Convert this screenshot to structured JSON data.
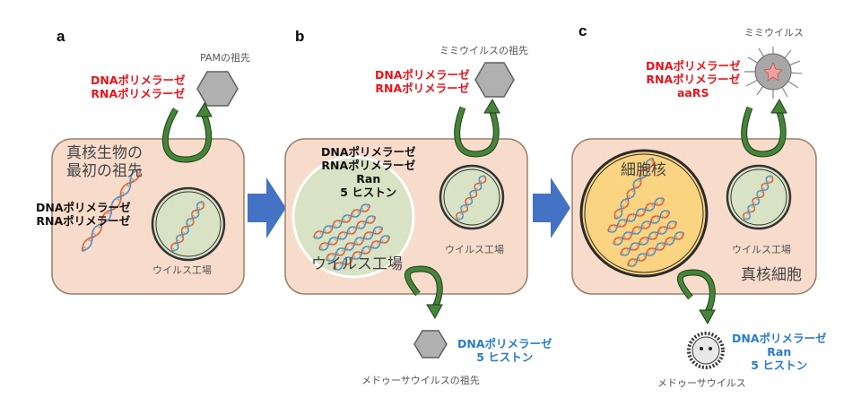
{
  "colors": {
    "cell_fill": "#f8dccb",
    "cell_stroke": "#9a7f6c",
    "factory_fill": "#d8e2c4",
    "nucleus_fill": "#fbd482",
    "green_arrow": "#46843a",
    "blue_arrow": "#4472c4",
    "red_text": "#e8141b",
    "blue_text": "#2a7cc7"
  },
  "panels": {
    "a": {
      "letter": "a",
      "cell_title_line1": "真核生物の",
      "cell_title_line2": "最初の祖先",
      "enzymes_line1": "DNAポリメラーゼ",
      "enzymes_line2": "RNAポリメラーゼ",
      "factory_label": "ウイルス工場",
      "virus_label": "PAMの祖先",
      "virus_genes_line1": "DNAポリメラーゼ",
      "virus_genes_line2": "RNAポリメラーゼ"
    },
    "b": {
      "letter": "b",
      "genes_line1": "DNAポリメラーゼ",
      "genes_line2": "RNAポリメラーゼ",
      "genes_line3": "Ran",
      "genes_line4": "5 ヒストン",
      "large_factory_label": "ウイルス工場",
      "factory_label": "ウイルス工場",
      "virus_label": "ミミウイルスの祖先",
      "virus_genes_line1": "DNAポリメラーゼ",
      "virus_genes_line2": "RNAポリメラーゼ",
      "medusa_label": "メドゥーサウイルスの祖先",
      "medusa_genes_line1": "DNAポリメラーゼ",
      "medusa_genes_line2": "5 ヒストン"
    },
    "c": {
      "letter": "c",
      "nucleus_label": "細胞核",
      "factory_label": "ウイルス工場",
      "cell_label": "真核細胞",
      "virus_label": "ミミウイルス",
      "virus_genes_line1": "DNAポリメラーゼ",
      "virus_genes_line2": "RNAポリメラーゼ",
      "virus_genes_line3": "aaRS",
      "medusa_label": "メドゥーサウイルス",
      "medusa_genes_line1": "DNAポリメラーゼ",
      "medusa_genes_line2": "Ran",
      "medusa_genes_line3": "5 ヒストン"
    }
  }
}
